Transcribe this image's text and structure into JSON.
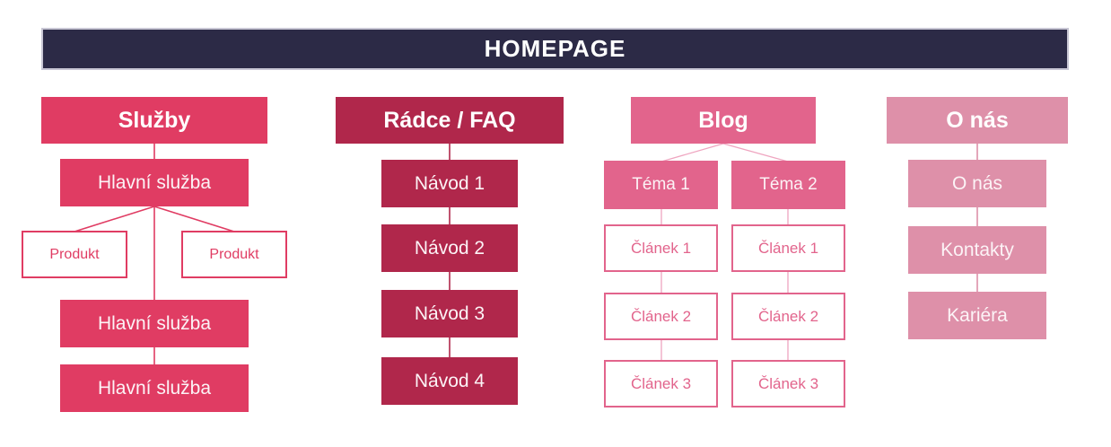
{
  "title": "HOMEPAGE",
  "colors": {
    "navy": "#2c2a46",
    "navy_border": "#c8c6d4",
    "pink_primary": "#e03c63",
    "crimson_dark": "#b0274b",
    "pink_medium": "#e2648c",
    "pink_light": "#de90a9",
    "pink_soft": "#efa5c0"
  },
  "sections": {
    "sluzby": {
      "header": "Služby",
      "main_services": [
        "Hlavní služba",
        "Hlavní služba",
        "Hlavní služba"
      ],
      "products": [
        "Produkt",
        "Produkt"
      ]
    },
    "radce": {
      "header": "Rádce / FAQ",
      "guides": [
        "Návod 1",
        "Návod 2",
        "Návod 3",
        "Návod 4"
      ]
    },
    "blog": {
      "header": "Blog",
      "topics": [
        {
          "label": "Téma 1",
          "articles": [
            "Článek 1",
            "Článek 2",
            "Článek 3"
          ]
        },
        {
          "label": "Téma 2",
          "articles": [
            "Článek 1",
            "Článek 2",
            "Článek 3"
          ]
        }
      ]
    },
    "about": {
      "header": "O nás",
      "pages": [
        "O nás",
        "Kontakty",
        "Kariéra"
      ]
    }
  }
}
